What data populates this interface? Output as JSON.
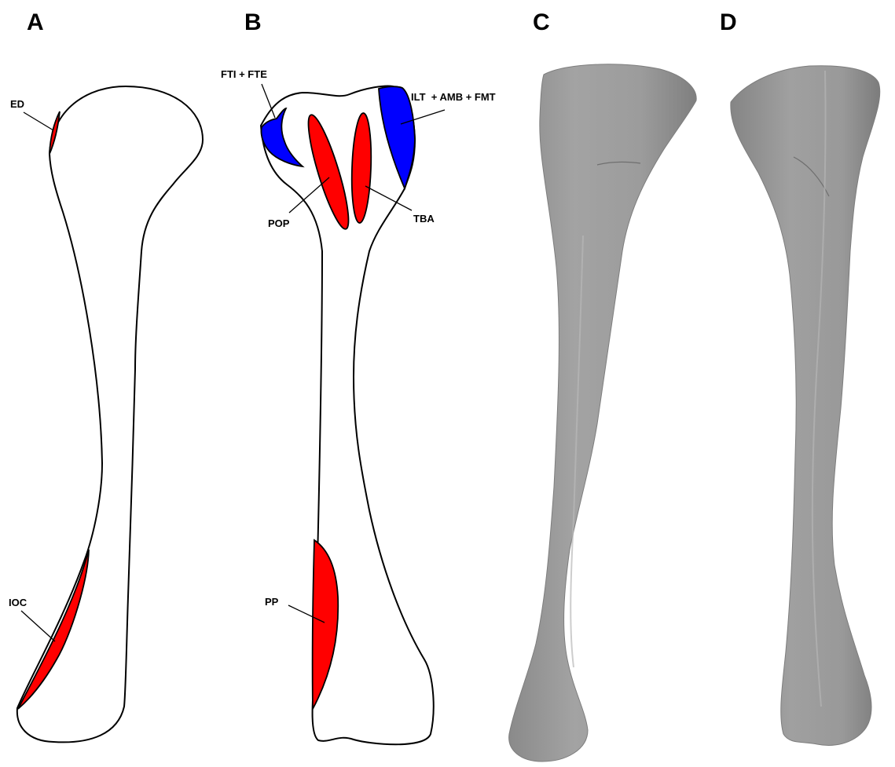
{
  "panels": {
    "a": "A",
    "b": "B",
    "c": "C",
    "d": "D"
  },
  "annotations": {
    "ed": "ED",
    "ioc": "IOC",
    "fti_fte": "FTI + FTE",
    "ilt_amb_fmt": "ILT  + AMB + FMT",
    "pop": "POP",
    "tba": "TBA",
    "pp": "PP"
  },
  "colors": {
    "red_scar": "#ff0000",
    "blue_scar": "#0000ff",
    "bone_render": "#9a9a9a",
    "bone_render_shade": "#858585"
  }
}
